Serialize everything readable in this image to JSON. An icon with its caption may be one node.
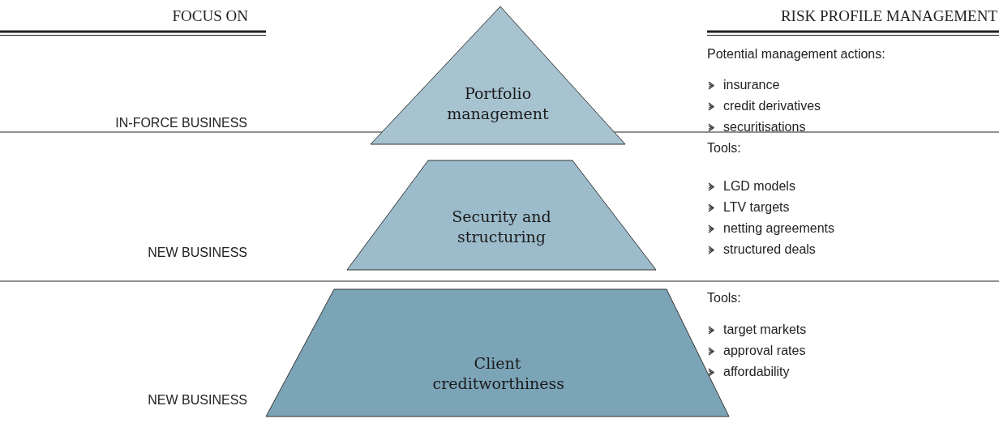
{
  "diagram": {
    "nodes": [
      {
        "text": [
          "Portfolio management"
        ]
      },
      {
        "text": [
          "Security and structuring"
        ]
      },
      {
        "text": [
          "Client creditworthiness"
        ]
      }
    ],
    "labels": [
      "FOCUS ON",
      "RISK PROFILE MANAGEMENT",
      "IN-FORCE BUSINESS",
      "Potential management actions:",
      "insurance",
      "credit derivatives",
      "securitisations",
      "NEW BUSINESS",
      "Tools:",
      "LGD models",
      "LTV targets",
      "netting agreements",
      "structured deals",
      "NEW BUSINESS",
      "Tools:",
      "target markets",
      "approval rates",
      "affordability"
    ]
  }
}
